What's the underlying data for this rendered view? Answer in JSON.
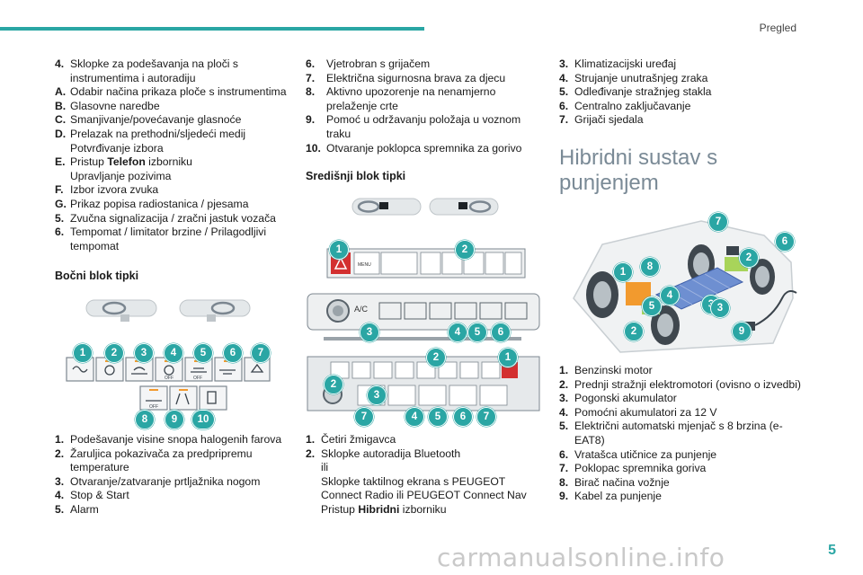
{
  "header": {
    "section": "Pregled",
    "page": "5"
  },
  "watermark": "carmanualsonline.info",
  "col1": {
    "items_top": [
      {
        "key": "4.",
        "text": "Sklopke za podešavanja na ploči s instrumentima i autoradiju"
      },
      {
        "key": "A.",
        "text": "Odabir načina prikaza ploče s instrumentima"
      },
      {
        "key": "B.",
        "text": "Glasovne naredbe"
      },
      {
        "key": "C.",
        "text": "Smanjivanje/povećavanje glasnoće"
      },
      {
        "key": "D.",
        "text": "Prelazak na prethodni/sljedeći medij",
        "sub": "Potvrđivanje izbora"
      },
      {
        "key": "E.",
        "text_pre": "Pristup ",
        "text_bold": "Telefon",
        "text_post": " izborniku",
        "sub": "Upravljanje pozivima"
      },
      {
        "key": "F.",
        "text": "Izbor izvora zvuka"
      },
      {
        "key": "G.",
        "text": "Prikaz popisa radiostanica / pjesama"
      },
      {
        "key": "5.",
        "text": "Zvučna signalizacija / zračni jastuk vozača"
      },
      {
        "key": "6.",
        "text": "Tempomat / limitator brzine / Prilagodljivi tempomat"
      }
    ],
    "heading": "Bočni blok tipki",
    "items_bottom": [
      {
        "key": "1.",
        "text": "Podešavanje visine snopa halogenih farova"
      },
      {
        "key": "2.",
        "text": "Žaruljica pokazivača za predpripremu temperature"
      },
      {
        "key": "3.",
        "text": "Otvaranje/zatvaranje prtljažnika nogom"
      },
      {
        "key": "4.",
        "text": "Stop & Start"
      },
      {
        "key": "5.",
        "text": "Alarm"
      }
    ],
    "figure_badges_top": [
      "1",
      "2",
      "3",
      "4",
      "5",
      "6",
      "7"
    ],
    "figure_badges_bottom": [
      "8",
      "9",
      "10"
    ],
    "button_labels": {
      "off": "OFF"
    }
  },
  "col2": {
    "items_top": [
      {
        "key": "6.",
        "text": "Vjetrobran s grijačem"
      },
      {
        "key": "7.",
        "text": "Električna sigurnosna brava za djecu"
      },
      {
        "key": "8.",
        "text": "Aktivno upozorenje na nenamjerno prelaženje crte"
      },
      {
        "key": "9.",
        "text": "Pomoć u održavanju položaja u voznom traku"
      },
      {
        "key": "10.",
        "text": "Otvaranje poklopca spremnika za gorivo"
      }
    ],
    "heading": "Središnji blok tipki",
    "items_bottom": [
      {
        "key": "1.",
        "text": "Četiri žmigavca"
      },
      {
        "key": "2.",
        "text": "Sklopke autoradija Bluetooth",
        "subs": [
          "ili",
          "Sklopke taktilnog ekrana s PEUGEOT Connect Radio ili PEUGEOT Connect Nav"
        ],
        "sub_pre": "Pristup ",
        "sub_bold": "Hibridni",
        "sub_post": " izborniku"
      }
    ],
    "fig1_badges": [
      "1",
      "2"
    ],
    "fig2_badges": [
      "3",
      "4",
      "5",
      "6"
    ],
    "fig3_badges": [
      "2",
      "1",
      "2",
      "3",
      "7",
      "4",
      "5",
      "6",
      "7"
    ],
    "panel_labels": {
      "menu": "MENU",
      "ac": "A/C"
    }
  },
  "col3": {
    "items_top": [
      {
        "key": "3.",
        "text": "Klimatizacijski uređaj"
      },
      {
        "key": "4.",
        "text": "Strujanje unutrašnjeg zraka"
      },
      {
        "key": "5.",
        "text": "Odleđivanje stražnjeg stakla"
      },
      {
        "key": "6.",
        "text": "Centralno zaključavanje"
      },
      {
        "key": "7.",
        "text": "Grijači sjedala"
      }
    ],
    "title": "Hibridni sustav s punjenjem",
    "items_bottom": [
      {
        "key": "1.",
        "text": "Benzinski motor"
      },
      {
        "key": "2.",
        "text": "Prednji stražnji elektromotori (ovisno o izvedbi)"
      },
      {
        "key": "3.",
        "text": "Pogonski akumulator"
      },
      {
        "key": "4.",
        "text": "Pomoćni akumulatori za 12 V"
      },
      {
        "key": "5.",
        "text": "Električni automatski mjenjač s 8 brzina (e-EAT8)"
      },
      {
        "key": "6.",
        "text": "Vratašca utičnice za punjenje"
      },
      {
        "key": "7.",
        "text": "Poklopac spremnika goriva"
      },
      {
        "key": "8.",
        "text": "Birač načina vožnje"
      },
      {
        "key": "9.",
        "text": "Kabel za punjenje"
      }
    ],
    "fig_badges": [
      "7",
      "6",
      "2",
      "1",
      "8",
      "3",
      "4",
      "5",
      "3",
      "2",
      "9"
    ]
  },
  "colors": {
    "accent": "#2aa6a4",
    "title_gray": "#7a8a96",
    "hazard": "#d33030"
  }
}
